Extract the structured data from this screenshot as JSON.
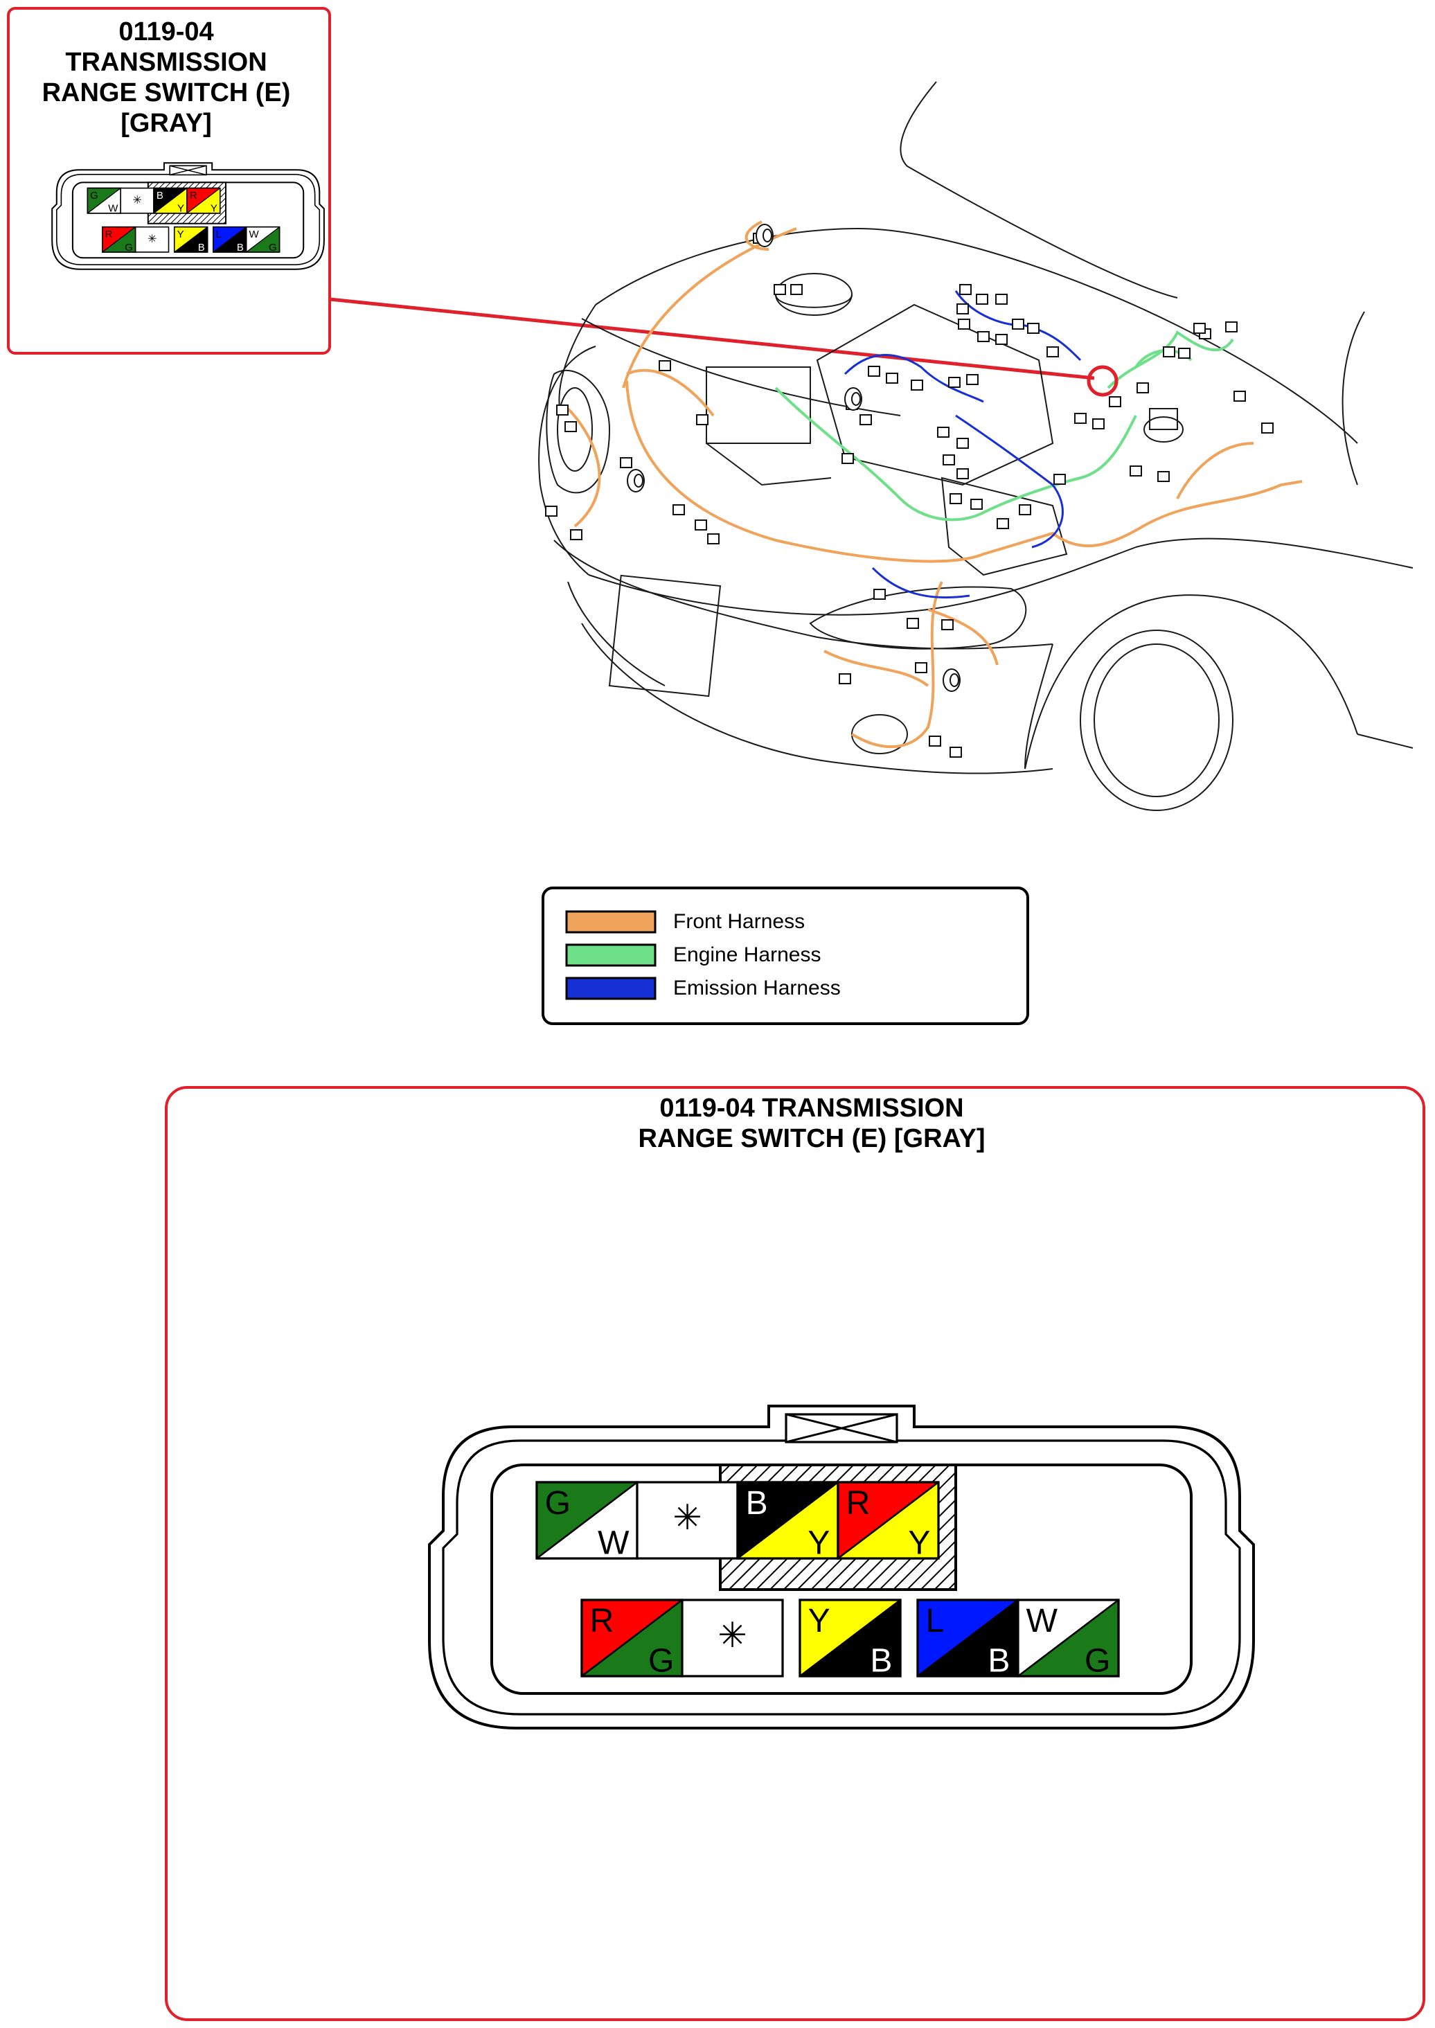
{
  "callout": {
    "title_lines": [
      "0119-04",
      "TRANSMISSION",
      "RANGE SWITCH (E)",
      "[GRAY]"
    ]
  },
  "legend": {
    "items": [
      {
        "label": "Front Harness",
        "color": "#f0a35a"
      },
      {
        "label": "Engine Harness",
        "color": "#6fe08a"
      },
      {
        "label": "Emission Harness",
        "color": "#1730d6"
      }
    ]
  },
  "detail": {
    "title_lines": [
      "0119-04 TRANSMISSION",
      "RANGE SWITCH (E) [GRAY]"
    ]
  },
  "connector": {
    "colors": {
      "G": "#1a7a1a",
      "W": "#ffffff",
      "B": "#000000",
      "Y": "#ffff00",
      "R": "#ff0000",
      "L": "#0018ff"
    },
    "top_row": [
      {
        "main": "G",
        "stripe": "W"
      },
      {
        "empty": true,
        "symbol": "✳"
      },
      {
        "main": "B",
        "stripe": "Y"
      },
      {
        "main": "R",
        "stripe": "Y"
      }
    ],
    "bottom_row": [
      {
        "main": "R",
        "stripe": "G"
      },
      {
        "empty": true,
        "symbol": "✳"
      },
      {
        "main": "Y",
        "stripe": "B"
      },
      {
        "main": "L",
        "stripe": "B"
      },
      {
        "main": "W",
        "stripe": "G"
      }
    ]
  }
}
